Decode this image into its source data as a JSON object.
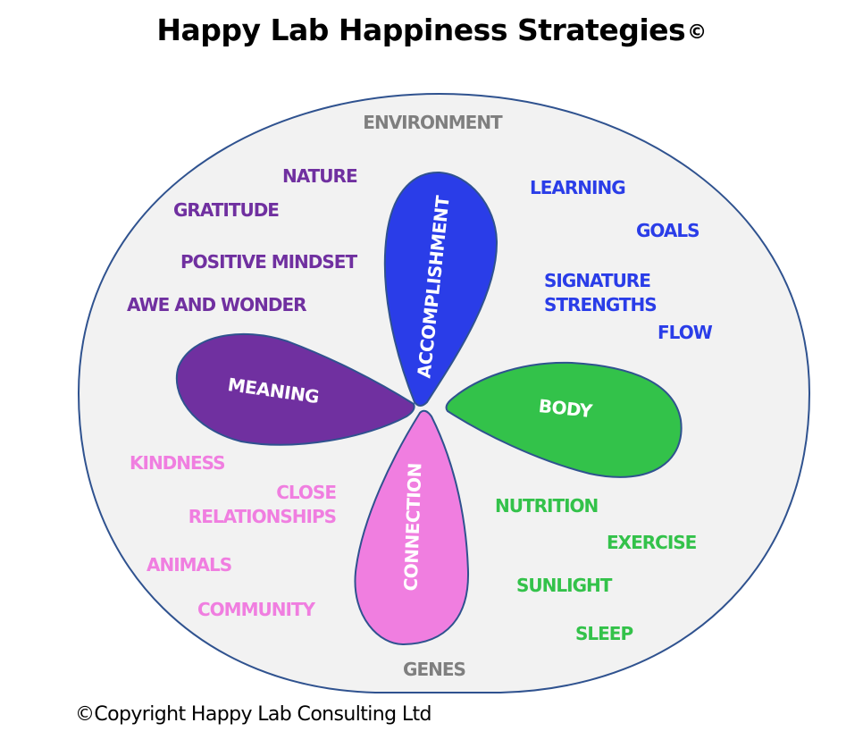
{
  "title": "Happy Lab Happiness Strategies",
  "title_mark": "©",
  "footer": "©Copyright Happy Lab Consulting Ltd",
  "outer": {
    "top_label": "ENVIRONMENT",
    "bottom_label": "GENES",
    "fill": "#f2f2f2",
    "stroke": "#2f528f",
    "label_color": "#7f7f7f"
  },
  "petals": {
    "accomplishment": {
      "label": "ACCOMPLISHMENT",
      "color": "#2a3de8"
    },
    "meaning": {
      "label": "MEANING",
      "color": "#7030a0"
    },
    "body": {
      "label": "BODY",
      "color": "#33c24a"
    },
    "connection": {
      "label": "CONNECTION",
      "color": "#f07ee0"
    }
  },
  "strategies": {
    "meaning": {
      "color": "#7030a0",
      "items": [
        "NATURE",
        "GRATITUDE",
        "POSITIVE MINDSET",
        "AWE AND WONDER"
      ]
    },
    "accomplishment": {
      "color": "#2a3de8",
      "items": [
        "LEARNING",
        "GOALS",
        "SIGNATURE",
        "STRENGTHS",
        "FLOW"
      ]
    },
    "connection": {
      "color": "#f07ee0",
      "items": [
        "KINDNESS",
        "CLOSE",
        "RELATIONSHIPS",
        "ANIMALS",
        "COMMUNITY"
      ]
    },
    "body": {
      "color": "#33c24a",
      "items": [
        "NUTRITION",
        "EXERCISE",
        "SUNLIGHT",
        "SLEEP"
      ]
    }
  }
}
